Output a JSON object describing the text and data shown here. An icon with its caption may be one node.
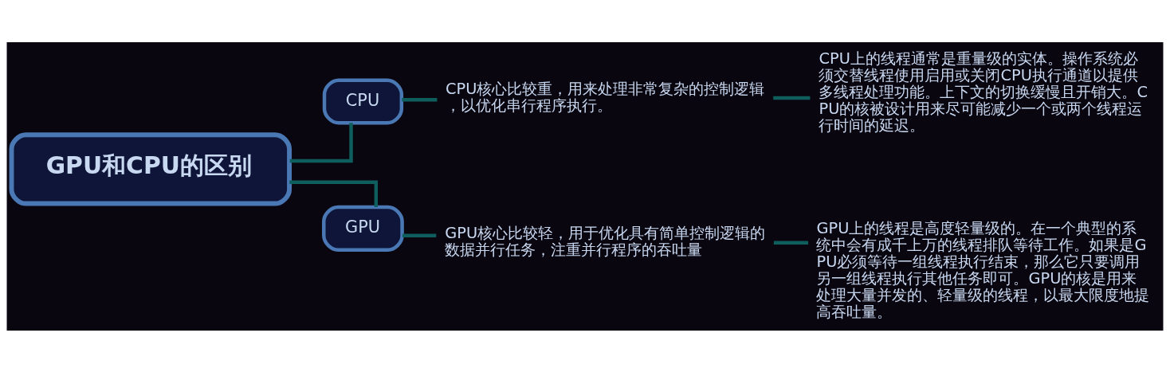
{
  "diagram": {
    "nodes": [
      {
        "text": [
          "GPU和CPU的区别"
        ]
      },
      {
        "text": [
          "CPU"
        ]
      },
      {
        "text": [
          "CPU核心比较重，用来处理非常复杂的控制逻辑，以优化串行程序执行。"
        ]
      },
      {
        "text": [
          "CPU上的线程通常是重量级的实体。操作系统必须交替线程使用启用或关闭CPU执行通道以提供多线程处理功能。上下文的切换缓慢且开销大。CPU的核被设计用来尽可能减少一个或两个线程运行时间的延迟。"
        ]
      },
      {
        "text": [
          "GPU"
        ]
      },
      {
        "text": [
          "GPU核心比较轻，用于优化具有简单控制逻辑的数据并行任务，注重并行程序的吞吐量"
        ]
      },
      {
        "text": [
          "GPU上的线程是高度轻量级的。在一个典型的系统中会有成千上万的线程排队等待工作。如果是GPU必须等待一组线程执行结束，那么它只要调用另一组线程执行其他任务即可。GPU的核是用来处理大量并发的、轻量级的线程，以最大限度地提高吞吐量。"
        ]
      }
    ],
    "edges": [
      {
        "from": 0,
        "to": 1,
        "arrow": "none"
      },
      {
        "from": 0,
        "to": 4,
        "arrow": "none"
      },
      {
        "from": 1,
        "to": 2,
        "arrow": "none"
      },
      {
        "from": 2,
        "to": 3,
        "arrow": "none"
      },
      {
        "from": 4,
        "to": 5,
        "arrow": "none"
      },
      {
        "from": 5,
        "to": 6,
        "arrow": "none"
      }
    ]
  }
}
